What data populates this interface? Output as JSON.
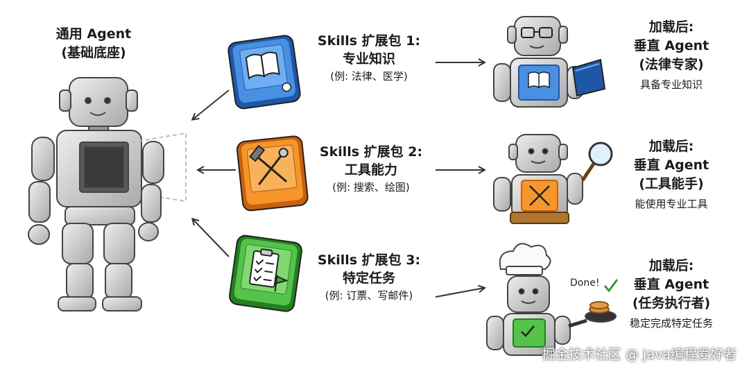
{
  "base": {
    "line1": "通用 Agent",
    "line2": "(基础底座)"
  },
  "skills": [
    {
      "name": "Skills 扩展包 1:",
      "ability": "专业知识",
      "example": "(例: 法律、医学)",
      "color": "#3d7fd9",
      "icon": "book-icon"
    },
    {
      "name": "Skills 扩展包 2:",
      "ability": "工具能力",
      "example": "(例: 搜索、绘图)",
      "color": "#f08a1c",
      "icon": "hammer-wrench-icon"
    },
    {
      "name": "Skills 扩展包 3:",
      "ability": "特定任务",
      "example": "(例: 订票、写邮件)",
      "color": "#3fae3a",
      "icon": "checklist-icon"
    }
  ],
  "results": [
    {
      "l1": "加载后:",
      "l2": "垂直 Agent",
      "l3": "(法律专家)",
      "l4": "具备专业知识",
      "accent": "#3d7fd9"
    },
    {
      "l1": "加载后:",
      "l2": "垂直 Agent",
      "l3": "(工具能手)",
      "l4": "能使用专业工具",
      "accent": "#f08a1c"
    },
    {
      "l1": "加载后:",
      "l2": "垂直 Agent",
      "l3": "(任务执行者)",
      "l4": "稳定完成特定任务",
      "accent": "#3fae3a"
    }
  ],
  "done_label": "Done!",
  "watermark": "掘金技术社区 @ Java编程爱好者"
}
